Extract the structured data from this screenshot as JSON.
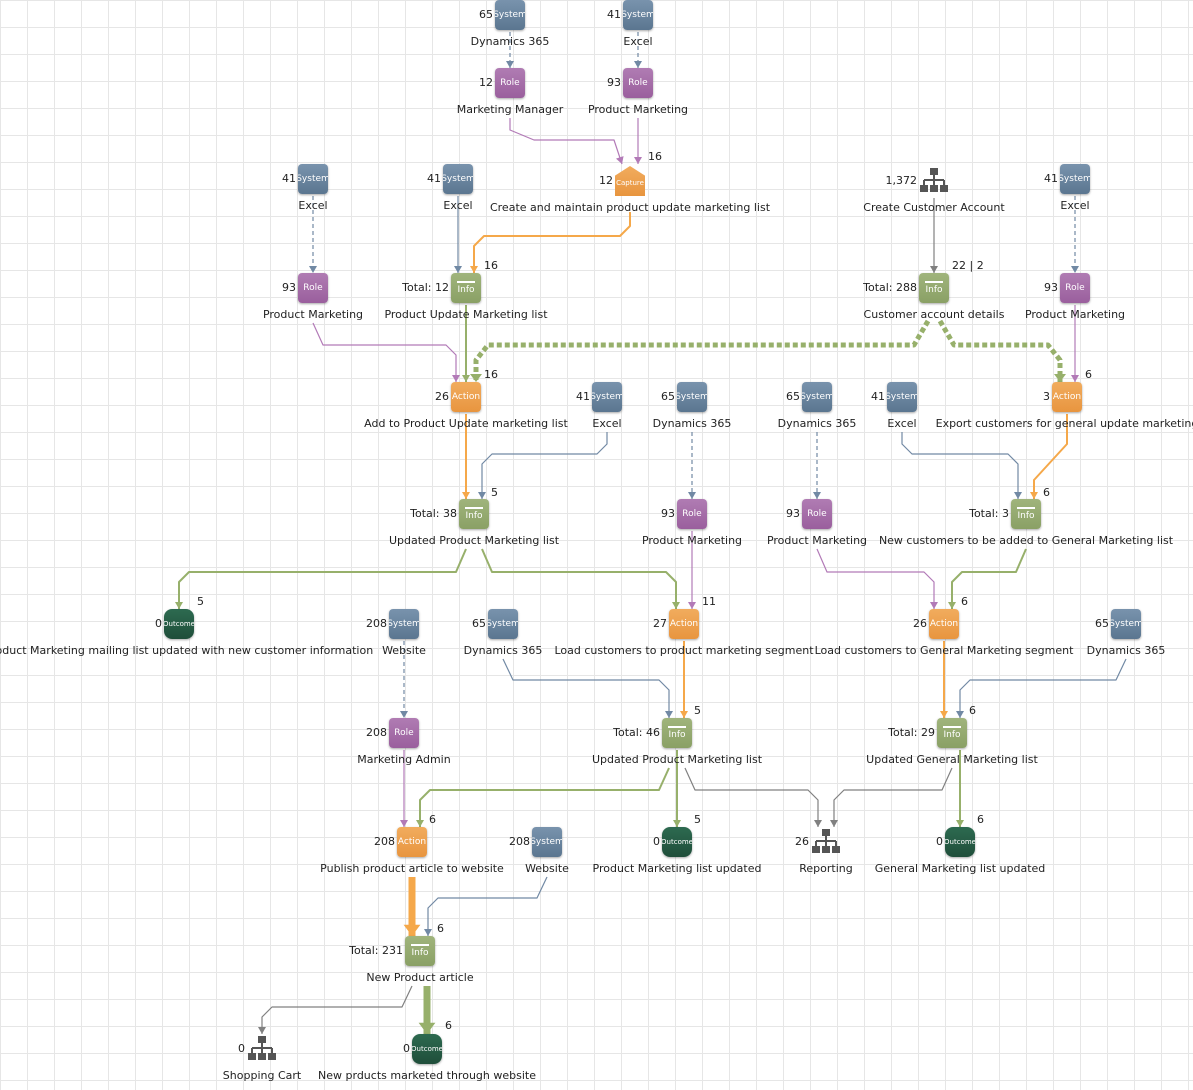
{
  "colors": {
    "system": "#5b7690",
    "role": "#9a5f9d",
    "action": "#e8953f",
    "info": "#8aa065",
    "outcome": "#1f4e3a",
    "org": "#555555",
    "edge_system": "#7189a4",
    "edge_role": "#b27ab7",
    "edge_action": "#f5a84a",
    "edge_info": "#97b06b",
    "edge_org": "#808080"
  },
  "nodes": [
    {
      "id": "sys_dyn_top",
      "type": "system",
      "tag": "System",
      "count": "65",
      "label": "Dynamics 365"
    },
    {
      "id": "sys_excel_top",
      "type": "system",
      "tag": "System",
      "count": "41",
      "label": "Excel"
    },
    {
      "id": "role_mm",
      "type": "role",
      "tag": "Role",
      "count": "12",
      "label": "Marketing Manager"
    },
    {
      "id": "role_pm_top",
      "type": "role",
      "tag": "Role",
      "count": "93",
      "label": "Product Marketing"
    },
    {
      "id": "capture_create",
      "type": "capture",
      "tag": "Capture",
      "count": "12",
      "label": "Create and maintain product update marketing list"
    },
    {
      "id": "sys_excel_l",
      "type": "system",
      "tag": "System",
      "count": "41",
      "label": "Excel"
    },
    {
      "id": "sys_excel_l2",
      "type": "system",
      "tag": "System",
      "count": "41",
      "label": "Excel"
    },
    {
      "id": "org_cca",
      "type": "org",
      "tag": "",
      "count": "1,372",
      "label": "Create Customer Account"
    },
    {
      "id": "sys_excel_r",
      "type": "system",
      "tag": "System",
      "count": "41",
      "label": "Excel"
    },
    {
      "id": "role_pm_l",
      "type": "role",
      "tag": "Role",
      "count": "93",
      "label": "Product Marketing"
    },
    {
      "id": "info_pul",
      "type": "info",
      "tag": "Info",
      "count": "Total: 12",
      "label": "Product Update Marketing list"
    },
    {
      "id": "info_cad",
      "type": "info",
      "tag": "Info",
      "count": "Total: 288",
      "label": "Customer account details"
    },
    {
      "id": "role_pm_r",
      "type": "role",
      "tag": "Role",
      "count": "93",
      "label": "Product Marketing"
    },
    {
      "id": "action_add",
      "type": "action",
      "tag": "Action",
      "count": "26",
      "label": "Add to Product Update marketing list"
    },
    {
      "id": "sys_excel_m",
      "type": "system",
      "tag": "System",
      "count": "41",
      "label": "Excel"
    },
    {
      "id": "sys_dyn_m1",
      "type": "system",
      "tag": "System",
      "count": "65",
      "label": "Dynamics 365"
    },
    {
      "id": "sys_dyn_m2",
      "type": "system",
      "tag": "System",
      "count": "65",
      "label": "Dynamics 365"
    },
    {
      "id": "sys_excel_m2",
      "type": "system",
      "tag": "System",
      "count": "41",
      "label": "Excel"
    },
    {
      "id": "action_export",
      "type": "action",
      "tag": "Action",
      "count": "3",
      "label": "Export customers for general update marketing"
    },
    {
      "id": "info_upml",
      "type": "info",
      "tag": "Info",
      "count": "Total: 38",
      "label": "Updated Product Marketing list"
    },
    {
      "id": "role_pm_m1",
      "type": "role",
      "tag": "Role",
      "count": "93",
      "label": "Product Marketing"
    },
    {
      "id": "role_pm_m2",
      "type": "role",
      "tag": "Role",
      "count": "93",
      "label": "Product Marketing"
    },
    {
      "id": "info_newcust",
      "type": "info",
      "tag": "Info",
      "count": "Total: 3",
      "label": "New customers to be added to General Marketing list"
    },
    {
      "id": "outcome_pmml",
      "type": "outcome",
      "tag": "Outcome",
      "count": "0",
      "label": "Product Marketing mailing list updated with new customer information"
    },
    {
      "id": "sys_web",
      "type": "system",
      "tag": "System",
      "count": "208",
      "label": "Website"
    },
    {
      "id": "sys_dyn_l",
      "type": "system",
      "tag": "System",
      "count": "65",
      "label": "Dynamics 365"
    },
    {
      "id": "action_load_pm",
      "type": "action",
      "tag": "Action",
      "count": "27",
      "label": "Load customers to product marketing segment"
    },
    {
      "id": "action_load_gm",
      "type": "action",
      "tag": "Action",
      "count": "26",
      "label": "Load customers to General Marketing segment"
    },
    {
      "id": "sys_dyn_r",
      "type": "system",
      "tag": "System",
      "count": "65",
      "label": "Dynamics 365"
    },
    {
      "id": "role_ma",
      "type": "role",
      "tag": "Role",
      "count": "208",
      "label": "Marketing Admin"
    },
    {
      "id": "info_upml2",
      "type": "info",
      "tag": "Info",
      "count": "Total: 46",
      "label": "Updated Product Marketing list"
    },
    {
      "id": "info_ugml",
      "type": "info",
      "tag": "Info",
      "count": "Total: 29",
      "label": "Updated General Marketing list"
    },
    {
      "id": "action_publish",
      "type": "action",
      "tag": "Action",
      "count": "208",
      "label": "Publish product article to website"
    },
    {
      "id": "sys_web2",
      "type": "system",
      "tag": "System",
      "count": "208",
      "label": "Website"
    },
    {
      "id": "outcome_pmlu",
      "type": "outcome",
      "tag": "Outcome",
      "count": "0",
      "label": "Product Marketing list updated"
    },
    {
      "id": "org_reporting",
      "type": "org",
      "tag": "",
      "count": "26",
      "label": "Reporting"
    },
    {
      "id": "outcome_gmlu",
      "type": "outcome",
      "tag": "Outcome",
      "count": "0",
      "label": "General Marketing list updated"
    },
    {
      "id": "info_npa",
      "type": "info",
      "tag": "Info",
      "count": "Total: 231",
      "label": "New Product article"
    },
    {
      "id": "org_cart",
      "type": "org",
      "tag": "",
      "count": "0",
      "label": "Shopping Cart"
    },
    {
      "id": "outcome_npm",
      "type": "outcome",
      "tag": "Outcome",
      "count": "0",
      "label": "New prducts marketed through website"
    }
  ],
  "edge_labels": [
    {
      "id": "el_capture",
      "text": "16"
    },
    {
      "id": "el_pul",
      "text": "16"
    },
    {
      "id": "el_cad",
      "text": "22 | 2"
    },
    {
      "id": "el_add",
      "text": "16"
    },
    {
      "id": "el_export",
      "text": "6"
    },
    {
      "id": "el_upml",
      "text": "5"
    },
    {
      "id": "el_newcust",
      "text": "6"
    },
    {
      "id": "el_pmml",
      "text": "5"
    },
    {
      "id": "el_loadpm",
      "text": "11"
    },
    {
      "id": "el_loadgm",
      "text": "6"
    },
    {
      "id": "el_upml2",
      "text": "5"
    },
    {
      "id": "el_ugml",
      "text": "6"
    },
    {
      "id": "el_publish",
      "text": "6"
    },
    {
      "id": "el_pmlu",
      "text": "5"
    },
    {
      "id": "el_gmlu",
      "text": "6"
    },
    {
      "id": "el_npa",
      "text": "6"
    },
    {
      "id": "el_npm",
      "text": "6"
    }
  ]
}
